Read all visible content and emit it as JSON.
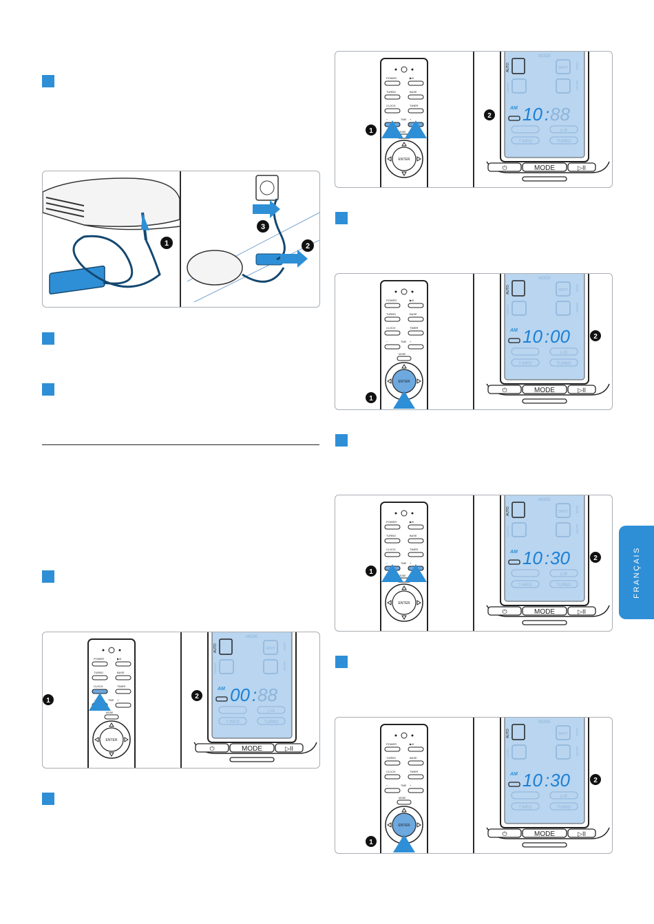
{
  "side_tab": {
    "label": "FRANÇAIS"
  },
  "step_badges": {
    "one": "1",
    "two": "2",
    "three": "3"
  },
  "remote": {
    "power": "POWER",
    "play_pause": "▶/II",
    "turbo": "TURBO",
    "base": "BASE",
    "clock": "CLOCK",
    "timer": "TIMER",
    "minus": "−",
    "time": "TIME",
    "plus": "+",
    "mode": "MODE",
    "enter": "ENTER"
  },
  "display": {
    "header": "MODE",
    "auto": "AUTO",
    "am": "AM",
    "spot": "SPOT",
    "edge": "EDGE",
    "carpet": "CARPET",
    "water": "WATER",
    "play_pause": "▷/II",
    "info": "? INFO",
    "turbo": "TURBO",
    "panel_mode_button": "MODE",
    "panel_power_symbol": "⏻",
    "panel_play_symbol": "▷II",
    "clock_1": {
      "hours": "00",
      "minutes": "88"
    },
    "clock_2": {
      "hours": "10",
      "minutes": "88"
    },
    "clock_3": {
      "hours": "10",
      "minutes": "00"
    },
    "clock_4": {
      "hours": "10",
      "minutes": "30"
    },
    "clock_5": {
      "hours": "10",
      "minutes": "30"
    }
  }
}
